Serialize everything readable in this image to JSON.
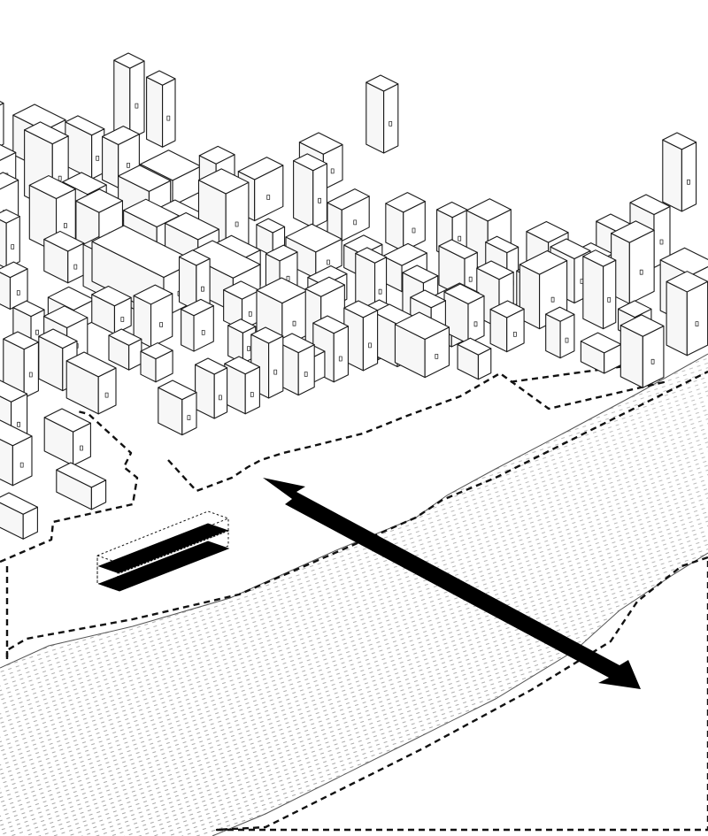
{
  "diagram": {
    "style": "axonometric line drawing",
    "elements": [
      "city-block-buildings",
      "river-with-hatching",
      "dashed-site-boundary",
      "double-headed-arrow",
      "stacked-black-platforms"
    ],
    "colors": {
      "ink": "#000000",
      "building_fill": "#ffffff",
      "river_hatch": "#9a9a9a",
      "background": "#ffffff"
    }
  }
}
